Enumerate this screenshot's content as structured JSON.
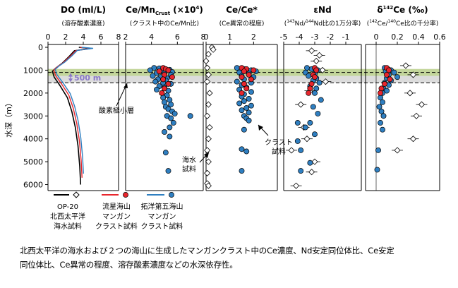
{
  "chart_data": {
    "type": "scatter",
    "ylabel": "水深（m）",
    "ylim": [
      0,
      6200
    ],
    "depth_ticks": [
      0,
      1000,
      2000,
      3000,
      4000,
      5000,
      6000
    ],
    "panels": [
      {
        "title": "DO (ml/L)",
        "subtitle": "(溶存酸素濃度)",
        "xlim": [
          0,
          8
        ],
        "xticks": [
          0,
          2,
          4,
          6,
          8
        ]
      },
      {
        "title": "Ce/Mn",
        "title_sub": "Crust",
        "title_tail": " (×10",
        "title_sup": "4",
        "title_end": ")",
        "subtitle": "(クラスト中のCe/Mn比)",
        "xlim": [
          2,
          8
        ],
        "xticks": [
          2,
          4,
          6,
          8
        ]
      },
      {
        "title": "Ce/Ce*",
        "subtitle": "(Ce異常の程度)",
        "xlim": [
          0,
          3
        ],
        "xticks": [
          0,
          1,
          2
        ]
      },
      {
        "title": "εNd",
        "subtitle_sup1": "143",
        "subtitle_mid": "Nd/",
        "subtitle_sup2": "144",
        "subtitle_end": "Nd比の1万分率)",
        "subtitle_start": "(",
        "xlim": [
          -5,
          0
        ],
        "xticks": [
          -5,
          -4,
          -3,
          -2,
          -1
        ]
      },
      {
        "title": "δ",
        "title_sup": "142",
        "title_tail": "Ce (‰)",
        "subtitle_start": "(",
        "subtitle_sup1": "142",
        "subtitle_mid": "Ce/",
        "subtitle_sup2": "140",
        "subtitle_end": "Ce比の千分率)",
        "xlim": [
          -0.1,
          0.6
        ],
        "xticks": [
          0,
          0.2,
          0.4,
          0.6
        ]
      }
    ],
    "band": {
      "from": 950,
      "to": 1250,
      "color": "#c3d69b"
    },
    "grey_band": {
      "from": 950,
      "to": 1550,
      "color": "#dcdcdc"
    },
    "dashed_lines": [
      1100,
      1550
    ],
    "marker_label": "500 m",
    "series": [
      {
        "name": "OP-20 北西太平洋 海水試料",
        "marker": "diamond",
        "color": "#000000",
        "do_profile": [
          [
            3.5,
            0
          ],
          [
            4.8,
            50
          ],
          [
            3.0,
            150
          ],
          [
            2.4,
            400
          ],
          [
            1.6,
            700
          ],
          [
            0.9,
            900
          ],
          [
            0.5,
            1050
          ],
          [
            0.7,
            1300
          ],
          [
            1.4,
            1700
          ],
          [
            2.2,
            2200
          ],
          [
            2.7,
            2800
          ],
          [
            3.1,
            3500
          ],
          [
            3.4,
            4300
          ],
          [
            3.6,
            5200
          ],
          [
            3.7,
            6000
          ]
        ],
        "cece": [
          [
            0.25,
            0
          ],
          [
            0.3,
            100
          ],
          [
            0.1,
            300
          ],
          [
            0.0,
            600
          ],
          [
            0.05,
            900
          ],
          [
            0.1,
            1200
          ],
          [
            0.05,
            1500
          ],
          [
            0.15,
            2000
          ],
          [
            0.1,
            2500
          ],
          [
            0.05,
            3000
          ],
          [
            0.15,
            3500
          ],
          [
            0.1,
            4000
          ],
          [
            0.05,
            4500
          ],
          [
            0.1,
            5000
          ],
          [
            0.05,
            5500
          ],
          [
            0.05,
            5950
          ],
          [
            0.1,
            6050
          ]
        ],
        "end": [
          [
            -3.2,
            150
          ],
          [
            -2.7,
            350
          ],
          [
            -2.9,
            600
          ],
          [
            -2.5,
            1000
          ],
          [
            -2.3,
            1500
          ],
          [
            -3.3,
            1900
          ],
          [
            -3.9,
            2500
          ],
          [
            -3.7,
            3500
          ],
          [
            -3.5,
            4000
          ],
          [
            -4.5,
            4500
          ],
          [
            -3.0,
            5000
          ],
          [
            -3.2,
            5450
          ],
          [
            -4.2,
            6050
          ]
        ],
        "dce": [
          [
            0.28,
            800
          ],
          [
            0.35,
            1200
          ],
          [
            0.32,
            2000
          ],
          [
            0.43,
            2500
          ],
          [
            0.38,
            3000
          ],
          [
            0.35,
            4000
          ],
          [
            0.2,
            4500
          ]
        ]
      },
      {
        "name": "流星海山 マンガン クラスト試料",
        "marker": "circle",
        "color": "#e8262d",
        "cemn": [
          [
            4.9,
            900
          ],
          [
            5.1,
            950
          ],
          [
            5.3,
            1000
          ],
          [
            4.6,
            1050
          ],
          [
            5.0,
            1200
          ],
          [
            5.6,
            1300
          ],
          [
            4.9,
            1400
          ],
          [
            5.3,
            1600
          ],
          [
            5.0,
            1800
          ],
          [
            4.8,
            2000
          ]
        ],
        "cece": [
          [
            1.5,
            900
          ],
          [
            1.7,
            950
          ],
          [
            2.0,
            1000
          ],
          [
            1.6,
            1050
          ],
          [
            1.8,
            1200
          ],
          [
            1.5,
            1300
          ],
          [
            1.9,
            1400
          ],
          [
            1.6,
            1600
          ],
          [
            1.7,
            1800
          ],
          [
            1.5,
            2000
          ]
        ],
        "end": [
          [
            -3.0,
            900
          ],
          [
            -2.9,
            1000
          ],
          [
            -3.1,
            1200
          ],
          [
            -3.0,
            1300
          ],
          [
            -3.2,
            1600
          ],
          [
            -3.3,
            1800
          ],
          [
            -3.4,
            2000
          ]
        ],
        "dce": [
          [
            0.1,
            900
          ],
          [
            0.12,
            1000
          ],
          [
            0.1,
            1200
          ],
          [
            0.13,
            1400
          ],
          [
            0.08,
            1600
          ],
          [
            0.05,
            1800
          ],
          [
            0.04,
            2000
          ]
        ]
      },
      {
        "name": "拓洋第五海山 マンガン クラスト試料",
        "marker": "circle",
        "color": "#2f7fc1",
        "cemn": [
          [
            4.2,
            900
          ],
          [
            4.6,
            920
          ],
          [
            5.0,
            940
          ],
          [
            5.4,
            980
          ],
          [
            3.9,
            1000
          ],
          [
            4.8,
            1050
          ],
          [
            5.6,
            1080
          ],
          [
            4.4,
            1120
          ],
          [
            5.0,
            1150
          ],
          [
            5.5,
            1200
          ],
          [
            4.1,
            1250
          ],
          [
            4.7,
            1300
          ],
          [
            5.2,
            1350
          ],
          [
            4.5,
            1400
          ],
          [
            5.1,
            1450
          ],
          [
            4.3,
            1500
          ],
          [
            4.9,
            1550
          ],
          [
            5.5,
            1600
          ],
          [
            4.6,
            1700
          ],
          [
            5.0,
            1750
          ],
          [
            4.4,
            1850
          ],
          [
            5.3,
            1900
          ],
          [
            4.8,
            2000
          ],
          [
            5.2,
            2100
          ],
          [
            4.9,
            2200
          ],
          [
            5.4,
            2300
          ],
          [
            5.0,
            2400
          ],
          [
            5.5,
            2500
          ],
          [
            5.1,
            2600
          ],
          [
            5.3,
            2700
          ],
          [
            5.6,
            2800
          ],
          [
            5.8,
            2900
          ],
          [
            5.2,
            3000
          ],
          [
            5.5,
            3100
          ],
          [
            5.7,
            3300
          ],
          [
            5.4,
            3500
          ],
          [
            5.0,
            3700
          ],
          [
            5.4,
            3900
          ],
          [
            5.1,
            4600
          ],
          [
            5.3,
            5400
          ],
          [
            7.0,
            3000
          ]
        ],
        "cece": [
          [
            1.3,
            900
          ],
          [
            1.6,
            950
          ],
          [
            1.9,
            1000
          ],
          [
            2.1,
            1050
          ],
          [
            1.4,
            1100
          ],
          [
            1.8,
            1150
          ],
          [
            1.5,
            1250
          ],
          [
            2.0,
            1300
          ],
          [
            1.6,
            1400
          ],
          [
            1.3,
            1500
          ],
          [
            1.9,
            1550
          ],
          [
            1.5,
            1650
          ],
          [
            1.7,
            1750
          ],
          [
            1.4,
            1850
          ],
          [
            1.9,
            1950
          ],
          [
            1.6,
            2050
          ],
          [
            1.5,
            2150
          ],
          [
            1.8,
            2250
          ],
          [
            1.6,
            2350
          ],
          [
            1.4,
            2450
          ],
          [
            1.9,
            2550
          ],
          [
            1.7,
            2650
          ],
          [
            1.5,
            2750
          ],
          [
            1.8,
            2850
          ],
          [
            1.6,
            3000
          ],
          [
            1.7,
            3100
          ],
          [
            1.8,
            3200
          ],
          [
            1.6,
            3600
          ],
          [
            1.5,
            4450
          ],
          [
            1.7,
            4550
          ],
          [
            1.5,
            5400
          ]
        ],
        "end": [
          [
            -3.5,
            900
          ],
          [
            -3.2,
            950
          ],
          [
            -2.8,
            1000
          ],
          [
            -3.6,
            1100
          ],
          [
            -3.0,
            1150
          ],
          [
            -3.4,
            1250
          ],
          [
            -2.9,
            1350
          ],
          [
            -3.1,
            1450
          ],
          [
            -2.7,
            1550
          ],
          [
            -3.3,
            1700
          ],
          [
            -2.9,
            1800
          ],
          [
            -3.0,
            2000
          ],
          [
            -2.6,
            2300
          ],
          [
            -3.1,
            2600
          ],
          [
            -2.8,
            2900
          ],
          [
            -3.3,
            3300
          ],
          [
            -4.1,
            3300
          ],
          [
            -3.6,
            3500
          ],
          [
            -3.0,
            3800
          ],
          [
            -4.1,
            4100
          ],
          [
            -3.9,
            4500
          ],
          [
            -3.3,
            5050
          ],
          [
            -3.9,
            5400
          ]
        ],
        "dce": [
          [
            0.08,
            900
          ],
          [
            0.11,
            950
          ],
          [
            0.14,
            1000
          ],
          [
            0.09,
            1050
          ],
          [
            0.17,
            1100
          ],
          [
            0.12,
            1200
          ],
          [
            0.2,
            1300
          ],
          [
            0.1,
            1350
          ],
          [
            0.14,
            1450
          ],
          [
            0.08,
            1550
          ],
          [
            0.12,
            1650
          ],
          [
            0.07,
            1800
          ],
          [
            0.1,
            1900
          ],
          [
            0.06,
            2000
          ],
          [
            0.04,
            2200
          ],
          [
            0.06,
            2400
          ],
          [
            0.03,
            2600
          ],
          [
            0.05,
            2800
          ],
          [
            0.07,
            3000
          ],
          [
            0.04,
            3300
          ],
          [
            0.06,
            3600
          ],
          [
            0.02,
            4500
          ],
          [
            0.01,
            5350
          ]
        ]
      }
    ],
    "annotations": {
      "omz": "酸素極小層",
      "crust": "クラスト 試料",
      "seawater": "海水 試料"
    },
    "legend": {
      "items": [
        {
          "line1": "OP-20",
          "line2": "北西太平洋",
          "line3": "海水試料"
        },
        {
          "line1": "流星海山",
          "line2": "マンガン",
          "line3": "クラスト試料"
        },
        {
          "line1": "拓洋第五海山",
          "line2": "マンガン",
          "line3": "クラスト試料"
        }
      ]
    }
  },
  "caption_lines": [
    "北西太平洋の海水および２つの海山に生成したマンガンクラスト中のCe濃度、Nd安定同位体比、Ce安定",
    "同位体比、Ce異常の程度、溶存酸素濃度などの水深依存性。"
  ]
}
